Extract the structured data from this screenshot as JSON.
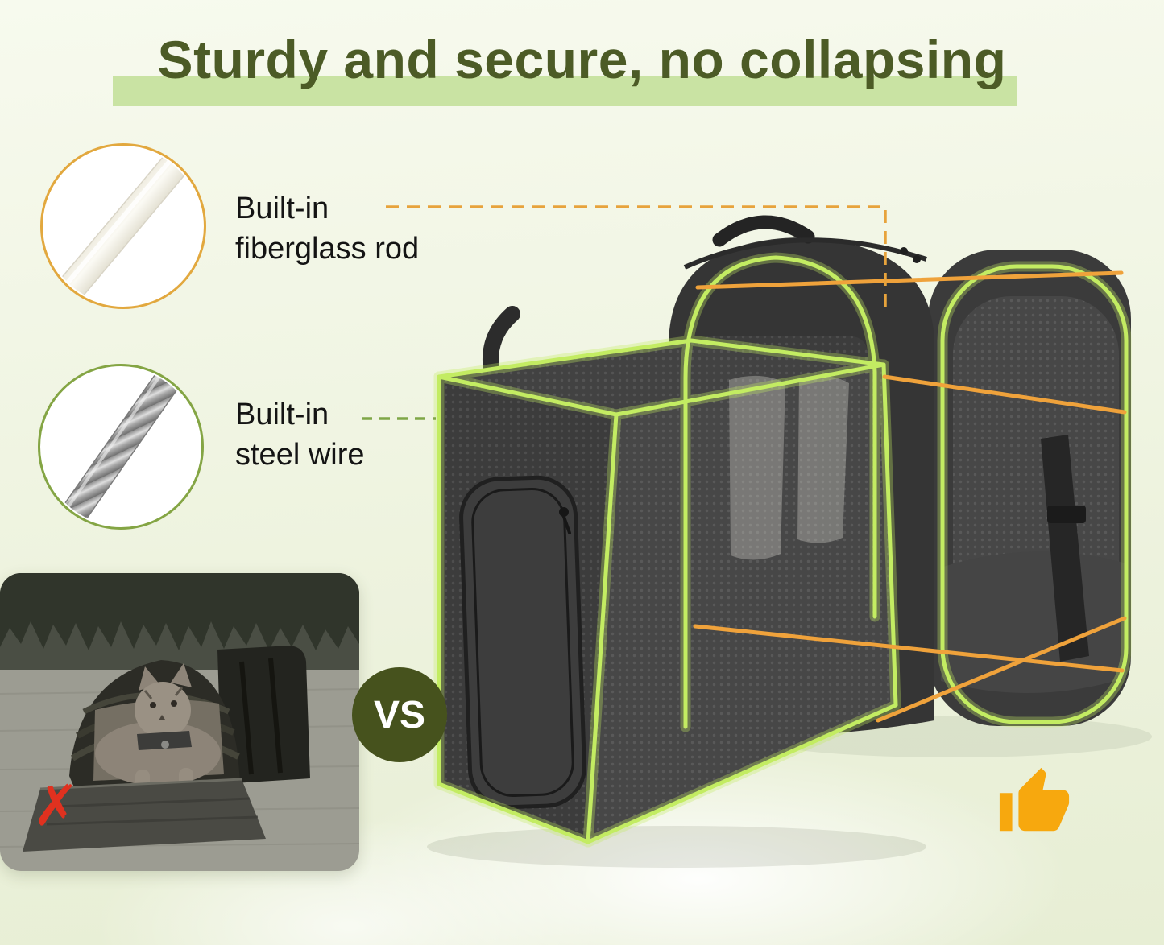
{
  "page": {
    "title": "Sturdy and secure, no collapsing"
  },
  "callouts": [
    {
      "id": "fiberglass-rod",
      "line1": "Built-in",
      "line2": "fiberglass rod"
    },
    {
      "id": "steel-wire",
      "line1": "Built-in",
      "line2": "steel wire"
    }
  ],
  "comparison": {
    "vs_label": "VS",
    "bad_mark": "✗"
  },
  "icons": {
    "fiberglass_rod": "fiberglass-rod-icon",
    "steel_wire": "steel-wire-icon",
    "thumbs_up": "thumbs-up-icon",
    "x_mark": "x-mark-icon"
  },
  "colors": {
    "title_text": "#4c5b26",
    "title_highlight": "#c9e3a3",
    "rod_callout_orange": "#e7a33c",
    "wire_callout_green": "#7fa647",
    "frame_glow_green": "#c3ec62",
    "fiberglass_rod_orange": "#efa23b",
    "vs_circle_green": "#46521d",
    "bad_red": "#e0311f",
    "thumb_orange": "#f7a80e",
    "background": "#eef3df"
  }
}
